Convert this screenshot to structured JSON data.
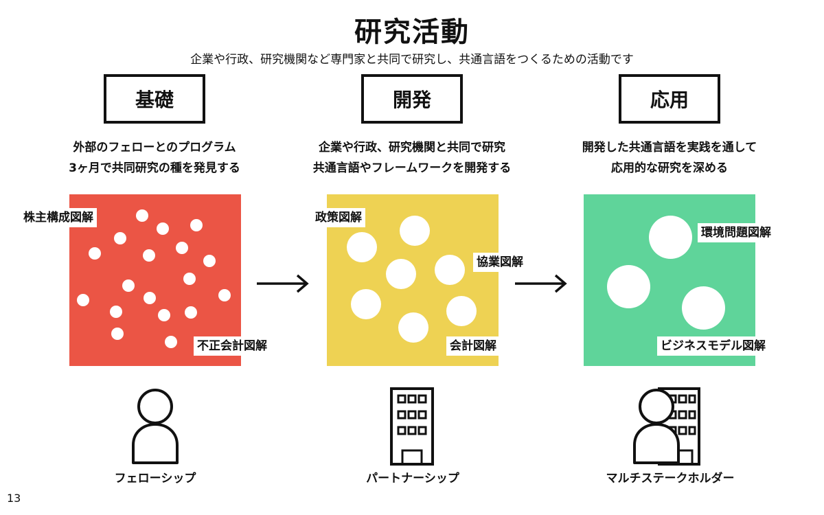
{
  "title": "研究活動",
  "subtitle": "企業や行政、研究機関など専門家と共同で研究し、共通言語をつくるための活動です",
  "stages": [
    {
      "label": "基礎",
      "desc_line1": "外部のフェローとのプログラム",
      "desc_line2": "3ヶ月で共同研究の種を発見する",
      "color": "#EB5545",
      "tags": [
        "株主構成図解",
        "不正会計図解"
      ],
      "role": "フェローシップ",
      "icon": "person-icon"
    },
    {
      "label": "開発",
      "desc_line1": "企業や行政、研究機関と共同で研究",
      "desc_line2": "共通言語やフレームワークを開発する",
      "color": "#EED253",
      "tags": [
        "政策図解",
        "協業図解",
        "会計図解"
      ],
      "role": "パートナーシップ",
      "icon": "building-icon"
    },
    {
      "label": "応用",
      "desc_line1": "開発した共通言語を実践を通して",
      "desc_line2": "応用的な研究を深める",
      "color": "#5FD49A",
      "tags": [
        "環境問題図解",
        "ビジネスモデル図解"
      ],
      "role": "マルチステークホルダー",
      "icon": "person-and-building-icon"
    }
  ],
  "page_number": "13"
}
